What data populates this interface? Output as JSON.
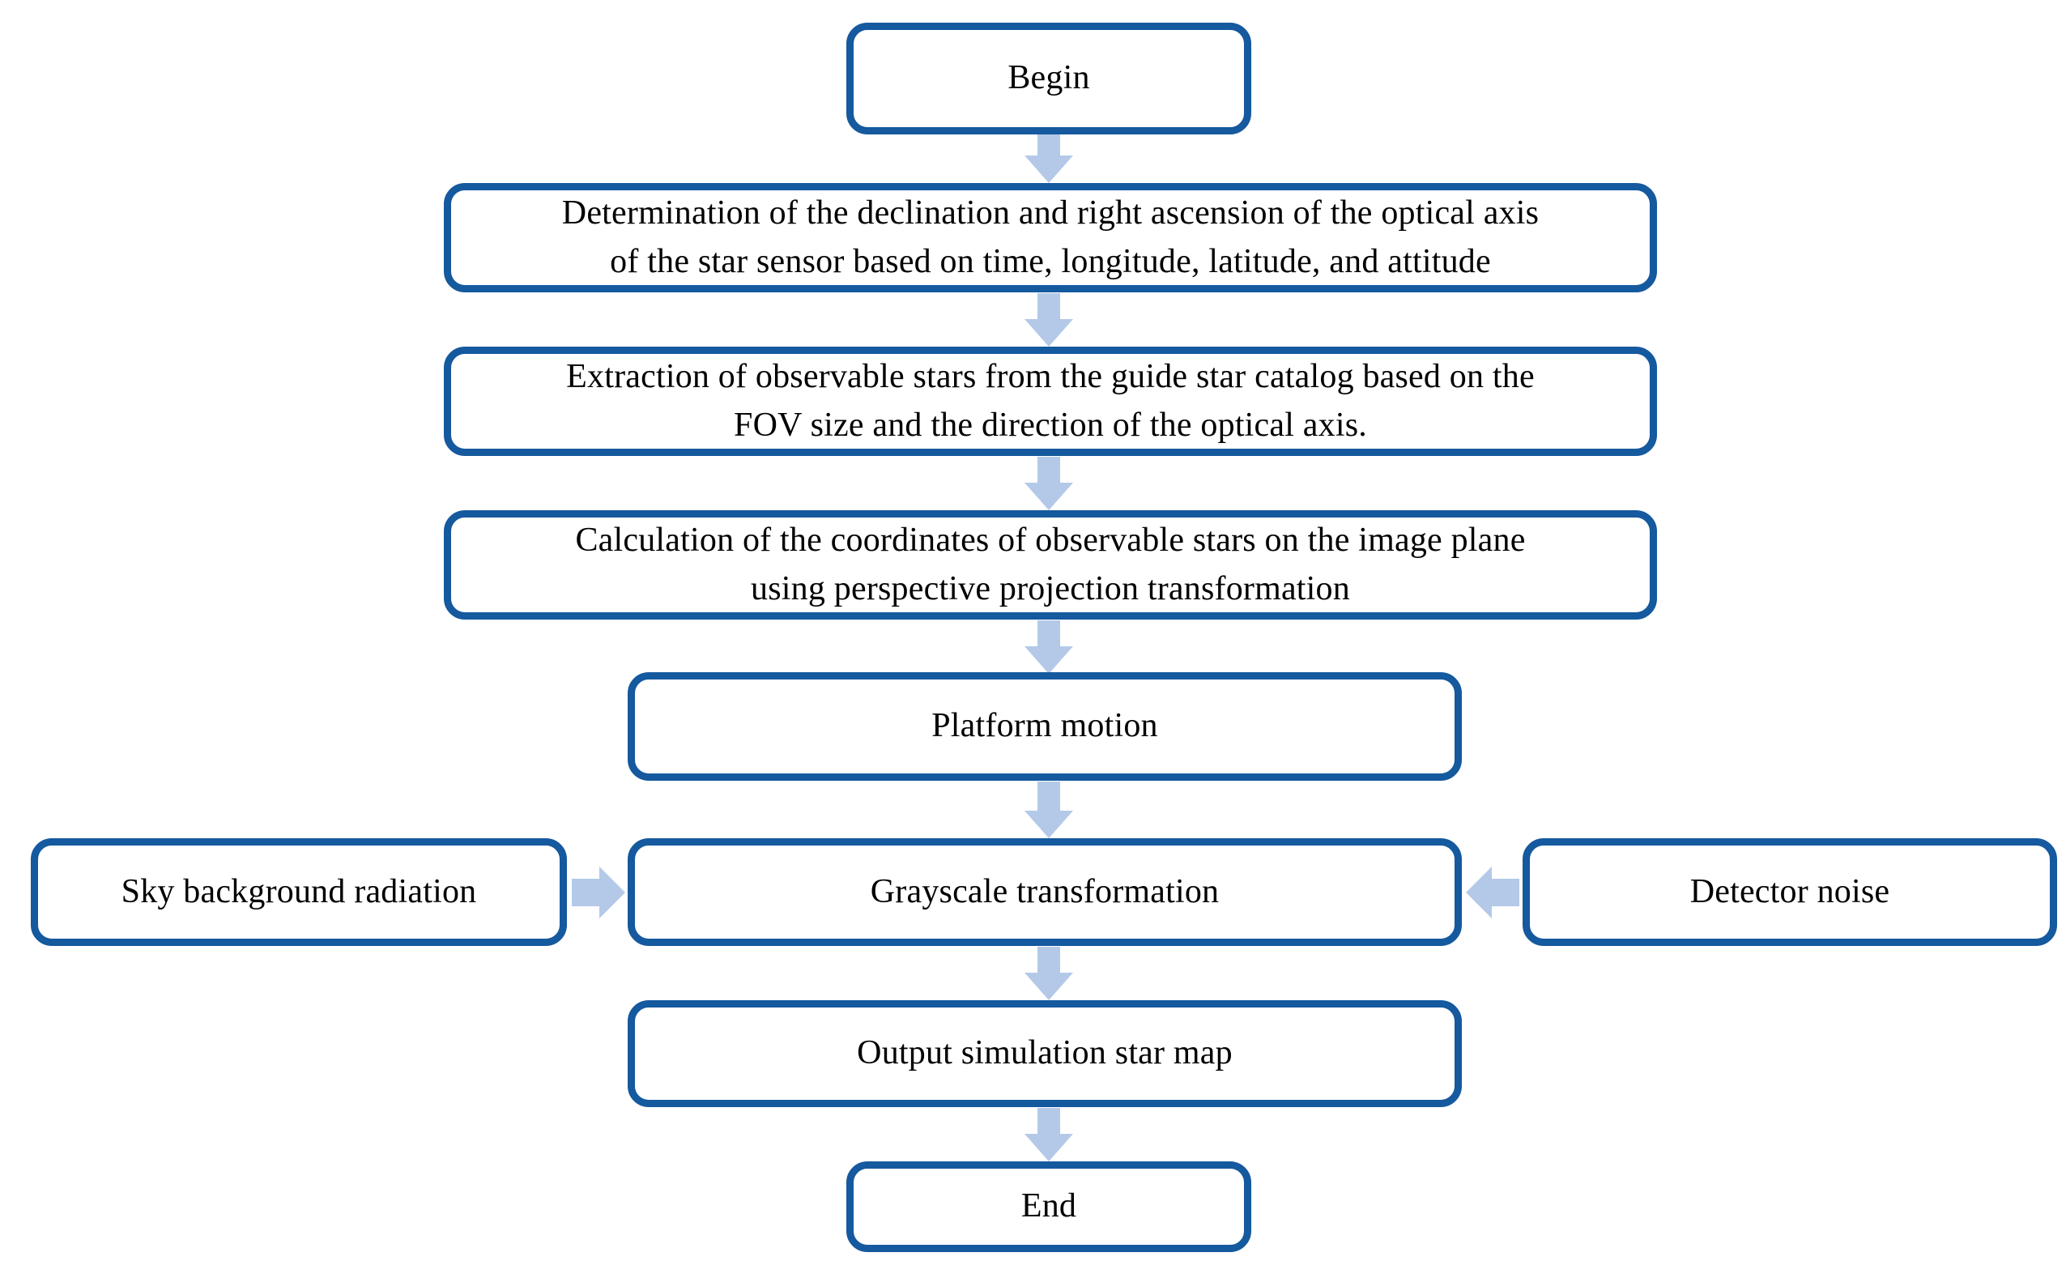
{
  "diagram": {
    "title": "Star map simulation flowchart",
    "colors": {
      "node_border": "#15599E",
      "node_fill": "#FFFFFF",
      "arrow_fill": "#B4C9E8",
      "text": "#000000"
    },
    "nodes": {
      "begin": "Begin",
      "determination": "Determination of the declination and right ascension of the optical axis\nof the star sensor based on time, longitude, latitude, and attitude",
      "extraction": "Extraction of observable stars from the guide star catalog based on the\nFOV size and the direction of the optical axis.",
      "calculation": "Calculation of the coordinates of observable stars on the image plane\nusing perspective projection transformation",
      "platform_motion": "Platform motion",
      "sky_background": "Sky background radiation",
      "grayscale": "Grayscale transformation",
      "detector_noise": "Detector noise",
      "output": "Output simulation star map",
      "end": "End"
    },
    "arrows": [
      {
        "name": "begin-to-determination",
        "direction": "down"
      },
      {
        "name": "determination-to-extraction",
        "direction": "down"
      },
      {
        "name": "extraction-to-calculation",
        "direction": "down"
      },
      {
        "name": "calculation-to-platform-motion",
        "direction": "down"
      },
      {
        "name": "platform-motion-to-grayscale",
        "direction": "down"
      },
      {
        "name": "sky-background-to-grayscale",
        "direction": "right"
      },
      {
        "name": "detector-noise-to-grayscale",
        "direction": "left"
      },
      {
        "name": "grayscale-to-output",
        "direction": "down"
      },
      {
        "name": "output-to-end",
        "direction": "down"
      }
    ]
  }
}
